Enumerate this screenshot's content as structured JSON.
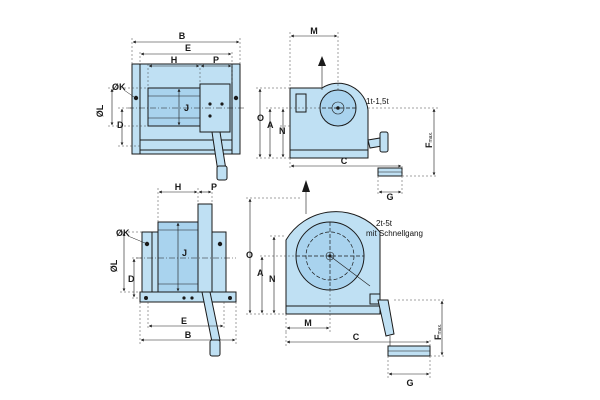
{
  "labels": {
    "B": "B",
    "E": "E",
    "H": "H",
    "P": "P",
    "J": "J",
    "K": "ØK",
    "L": "ØL",
    "D": "D",
    "M": "M",
    "A": "A",
    "N": "N",
    "O": "O",
    "C": "C",
    "F": "F",
    "F_sub": "max.",
    "G": "G"
  },
  "notes": {
    "top_capacity": "1t-1,5t",
    "bottom_capacity": "2t-5t",
    "bottom_variant": "mit Schnellgang"
  },
  "colors": {
    "part_fill": "#bfe0f3",
    "outline": "#1a1a1a"
  }
}
